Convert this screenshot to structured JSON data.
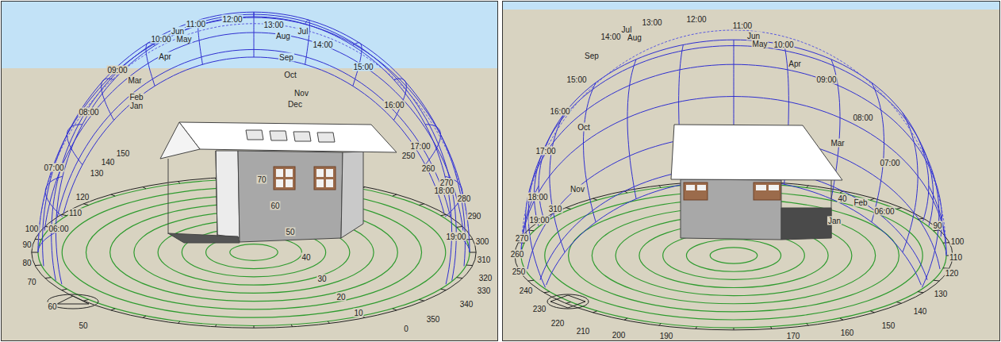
{
  "diagram": {
    "labels": [
      "11:00",
      "12:00",
      "13:00",
      "Jun",
      "10:00",
      "May",
      "Aug",
      "Jul",
      "14:00",
      "Apr",
      "Sep",
      "09:00",
      "15:00",
      "Mar",
      "Oct",
      "Feb",
      "Nov",
      "Jan",
      "Dec",
      "08:00",
      "16:00",
      "17:00",
      "07:00",
      "18:00",
      "06:00",
      "19:00",
      "150",
      "140",
      "130",
      "120",
      "110",
      "100",
      "90",
      "80",
      "70",
      "60",
      "50",
      "250",
      "260",
      "270",
      "280",
      "290",
      "300",
      "310",
      "320",
      "330",
      "340",
      "350",
      "0",
      "70",
      "60",
      "50",
      "40",
      "30",
      "20",
      "10",
      "13:00",
      "12:00",
      "11:00",
      "14:00",
      "Jul",
      "Aug",
      "Jun",
      "May",
      "10:00",
      "Sep",
      "Apr",
      "15:00",
      "09:00",
      "Oct",
      "16:00",
      "08:00",
      "Mar",
      "17:00",
      "07:00",
      "Nov",
      "18:00",
      "310",
      "19:00",
      "40",
      "Feb",
      "06:00",
      "Jan",
      "270",
      "260",
      "250",
      "240",
      "230",
      "220",
      "210",
      "200",
      "190",
      "170",
      "160",
      "150",
      "140",
      "130",
      "120",
      "110",
      "100",
      "90"
    ]
  }
}
